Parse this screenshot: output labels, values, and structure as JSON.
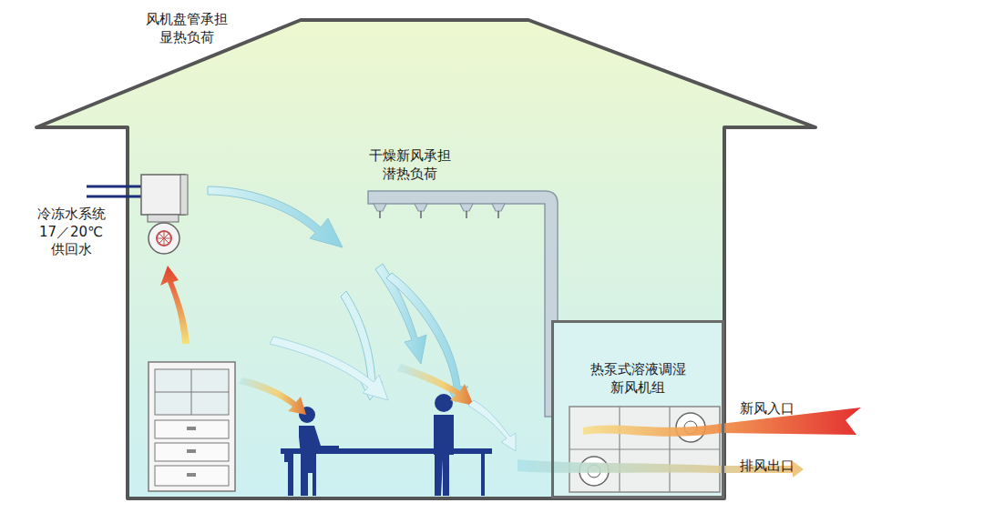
{
  "diagram": {
    "nodes": [
      {
        "text": [
          "热泵式溶液调湿 新风机组"
        ]
      }
    ],
    "labels": [
      "风机盘管承担 显热负荷",
      "干燥新风承担 潜热负荷",
      "冷冻水系统 17／20℃供回水",
      "新风入口",
      "排风出口"
    ]
  }
}
